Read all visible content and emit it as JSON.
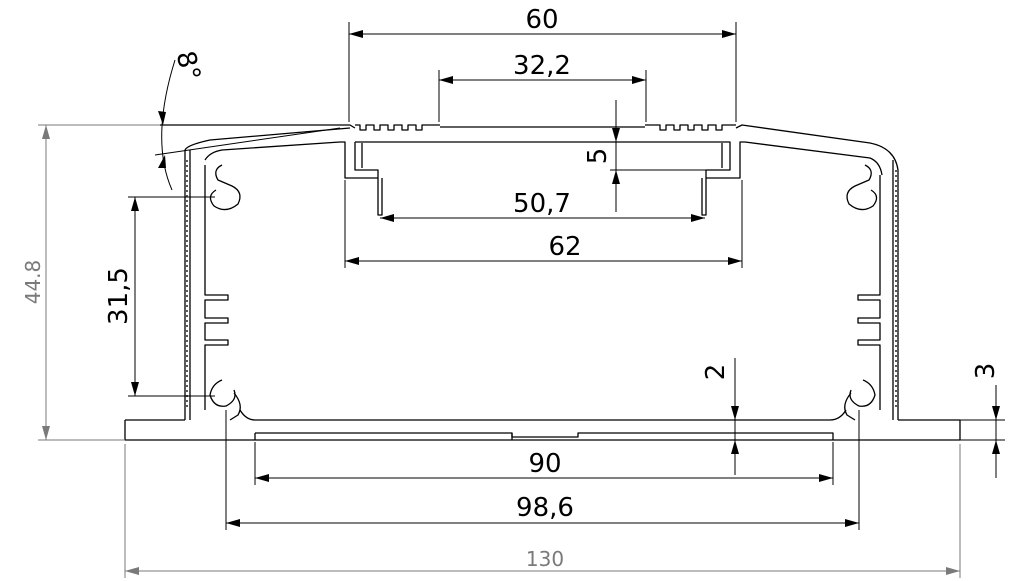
{
  "dimensions": {
    "top_width": "60",
    "slot_width": "32,2",
    "cover_thickness": "5",
    "inner_channel_width": "50,7",
    "channel_outer_width": "62",
    "side_height": "31,5",
    "overall_height": "44.8",
    "taper_angle": "8°",
    "base_thickness": "2",
    "flange_thickness": "3",
    "base_plate_width": "90",
    "inner_width": "98,6",
    "overall_width": "130"
  }
}
